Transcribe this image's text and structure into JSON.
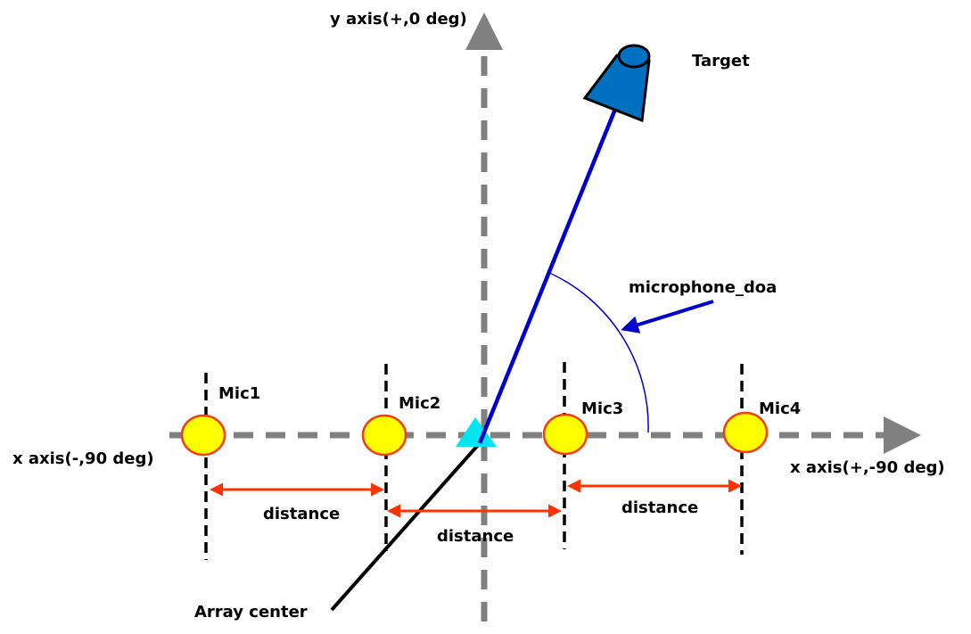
{
  "labels": {
    "y_axis": "y axis(+,0 deg)",
    "x_axis_neg": "x axis(-,90 deg)",
    "x_axis_pos": "x axis(+,-90 deg)",
    "target": "Target",
    "doa": "microphone_doa",
    "array_center": "Array center",
    "mics": [
      "Mic1",
      "Mic2",
      "Mic3",
      "Mic4"
    ],
    "distance": [
      "distance",
      "distance",
      "distance"
    ]
  },
  "colors": {
    "axis": "#808080",
    "mic_fill": "#ffff00",
    "mic_stroke": "#f04010",
    "distance_arrow": "#ff3300",
    "target_line": "#0000cc",
    "target_fill": "#0070c0",
    "array_center": "#00e5ee"
  }
}
